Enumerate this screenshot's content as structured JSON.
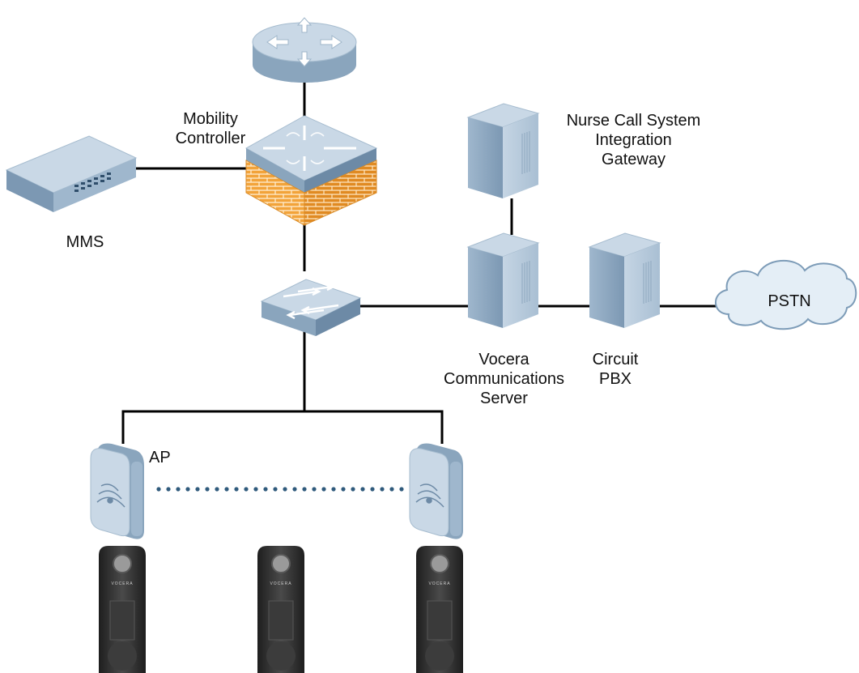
{
  "labels": {
    "mobility_controller": [
      "Mobility",
      "Controller"
    ],
    "mms": "MMS",
    "nurse_call": [
      "Nurse Call System",
      "Integration",
      "Gateway"
    ],
    "vocera_server": [
      "Vocera",
      "Communications",
      "Server"
    ],
    "circuit_pbx": [
      "Circuit",
      "PBX"
    ],
    "pstn": "PSTN",
    "ap": "AP",
    "badge_brand": "VOCERA"
  },
  "colors": {
    "device_top": "#c9d8e6",
    "device_side": "#8aa5bd",
    "device_dark": "#6d8aa6",
    "firewall": "#f2a33a",
    "firewall_mortar": "#fff0d6",
    "cloud_fill": "#e4eef6",
    "cloud_stroke": "#7d9cb8",
    "link": "#000000",
    "wireless_dots": "#2f5a7c",
    "badge_body": "#2b2b2b"
  },
  "icons": {
    "router": "router-icon",
    "controller": "mobility-controller-icon",
    "firewall": "firewall-icon",
    "mms": "appliance-icon",
    "switch": "switch-icon",
    "server": "server-tower-icon",
    "cloud": "cloud-icon",
    "ap": "access-point-icon",
    "badge": "vocera-badge-icon"
  }
}
